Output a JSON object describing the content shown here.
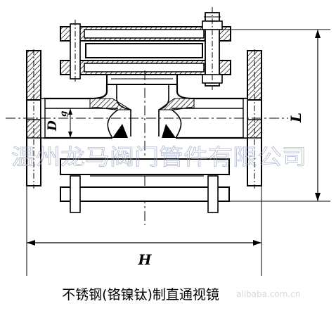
{
  "drawing": {
    "dimensions": {
      "length_label": "L",
      "width_label": "H",
      "diameter_label": "D",
      "diameter_subscript": "g"
    },
    "watermark_text": "温州龙马阀门管件有限公司",
    "caption": "不锈钢(铬镍钛)制直通视镜",
    "site_mark": "alibaba.com.cn",
    "colors": {
      "line": "#000000",
      "hatch": "#000000",
      "watermark": "#9aa6c4"
    }
  }
}
